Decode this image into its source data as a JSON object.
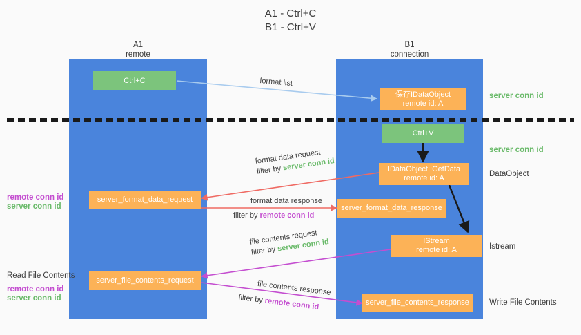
{
  "title": {
    "line1": "A1 - Ctrl+C",
    "line2": "B1 - Ctrl+V"
  },
  "lanes": [
    {
      "name": "A1",
      "sub": "remote"
    },
    {
      "name": "B1",
      "sub": "connection"
    }
  ],
  "nodes": {
    "ctrl_c": "Ctrl+C",
    "idataobject": {
      "line1": "保存IDataObject",
      "line2": "remote id: A"
    },
    "ctrl_v": "Ctrl+V",
    "getdata": {
      "line1": "IDataObject::GetData",
      "line2": "remote id: A"
    },
    "format_data_request": "server_format_data_request",
    "format_data_response": "server_format_data_response",
    "istream": {
      "line1": "IStream",
      "line2": "remote id: A"
    },
    "file_contents_request": "server_file_contents_request",
    "file_contents_response": "server_file_contents_response"
  },
  "arrow_labels": {
    "format_list": "format list",
    "format_data_request": {
      "line1": "format data request",
      "filter_prefix": "filter by ",
      "filter_value": "server conn id"
    },
    "format_data_response": {
      "line1": "format data response",
      "filter_prefix": "filter by ",
      "filter_value": "remote conn id"
    },
    "file_contents_request": {
      "line1": "file contents request",
      "filter_prefix": "filter by ",
      "filter_value": "server conn id"
    },
    "file_contents_response": {
      "line1": "file contents response",
      "filter_prefix": "filter by ",
      "filter_value": "remote conn id"
    }
  },
  "annotations": {
    "server_conn_id_top": "server conn id",
    "server_conn_id_second": "server conn id",
    "dataobject": "DataObject",
    "istream": "Istream",
    "write_file_contents": "Write File Contents",
    "read_file_contents": "Read File Contents",
    "left_mid_remote": "remote conn id",
    "left_mid_server": "server conn id",
    "left_low_remote": "remote conn id",
    "left_low_server": "server conn id"
  },
  "colors": {
    "lane": "#4a84dc",
    "green_node": "#7cc47c",
    "orange_node": "#fcb257",
    "green_text": "#6aba6a",
    "purple_text": "#c44ed0",
    "red_arrow": "#ef6a63",
    "purple_arrow": "#c44ed0",
    "blue_arrow": "#a8cbee",
    "black_arrow": "#1a1a1a",
    "background": "#fafafa"
  }
}
